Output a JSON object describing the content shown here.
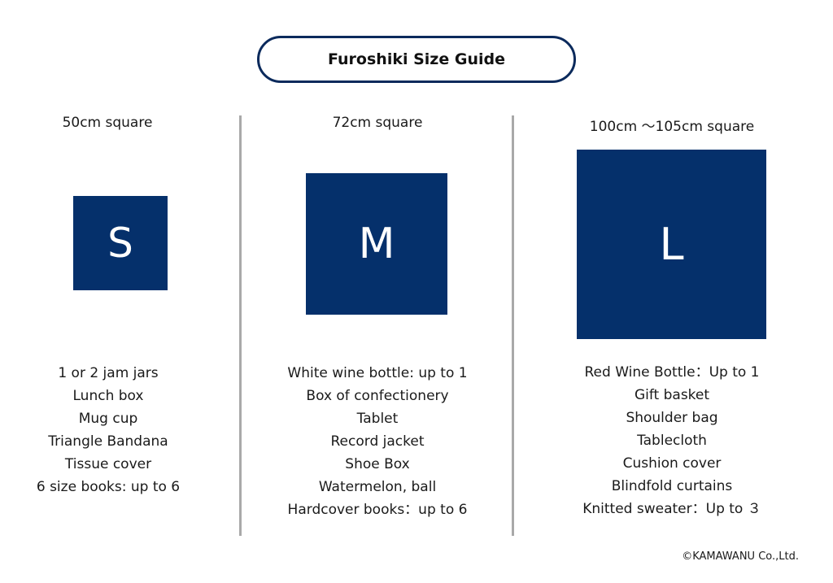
{
  "title": "Furoshiki Size Guide",
  "colors": {
    "accent": "#05306b",
    "divider": "#a9a9a9",
    "border": "#0b2a5c"
  },
  "sizes": [
    {
      "label": "50cm square",
      "letter": "S",
      "items": [
        "1 or 2 jam jars",
        "Lunch box",
        "Mug cup",
        "Triangle Bandana",
        "Tissue cover",
        "6 size books: up to 6"
      ]
    },
    {
      "label": "72cm square",
      "letter": "M",
      "items": [
        "White wine bottle: up to 1",
        "Box of confectionery",
        "Tablet",
        "Record jacket",
        "Shoe Box",
        "Watermelon, ball",
        "Hardcover books：up to 6"
      ]
    },
    {
      "label": "100cm ～105cm square",
      "letter": "L",
      "items": [
        "Red Wine Bottle：Up to 1",
        "Gift basket",
        "Shoulder bag",
        "Tablecloth",
        "Cushion cover",
        "Blindfold curtains",
        "Knitted sweater：Up to ３"
      ]
    }
  ],
  "copyright": "©KAMAWANU Co.,Ltd."
}
